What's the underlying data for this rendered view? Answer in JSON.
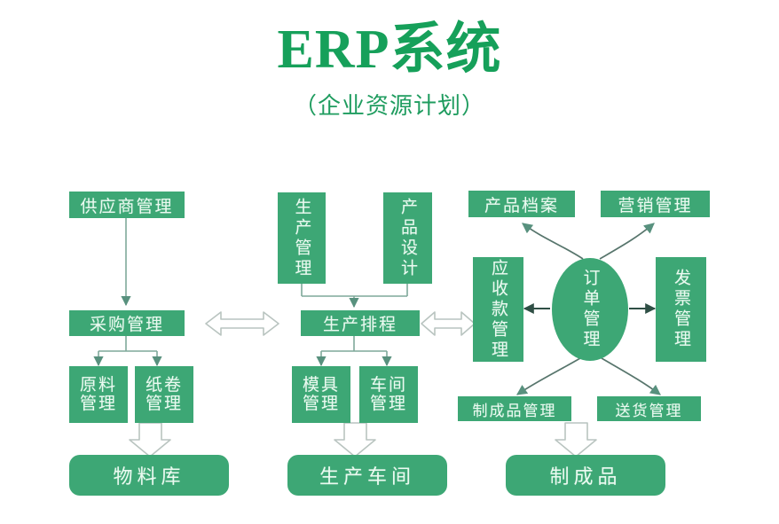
{
  "header": {
    "title": "ERP系统",
    "subtitle": "（企业资源计划）"
  },
  "colors": {
    "node_fill": "#3da775",
    "node_text": "#eafaf0",
    "title_green": "#16a05a",
    "subtitle_green": "#1f9c5f",
    "connector_line": "#7fa89a",
    "hollow_arrow_stroke": "#b9c4c0",
    "background": "#ffffff"
  },
  "diagram": {
    "columns": [
      {
        "name": "procurement-column",
        "nodes": [
          {
            "id": "supplier-management",
            "label": "供应商管理"
          },
          {
            "id": "purchasing-management",
            "label": "采购管理"
          },
          {
            "id": "raw-material-management",
            "label": "原料\n管理"
          },
          {
            "id": "paper-roll-management",
            "label": "纸卷\n管理"
          },
          {
            "id": "material-warehouse",
            "label": "物料库"
          }
        ]
      },
      {
        "name": "production-column",
        "nodes": [
          {
            "id": "production-management",
            "label": "生产管理"
          },
          {
            "id": "product-design",
            "label": "产品设计"
          },
          {
            "id": "production-scheduling",
            "label": "生产排程"
          },
          {
            "id": "mold-management",
            "label": "模具\n管理"
          },
          {
            "id": "workshop-management",
            "label": "车间\n管理"
          },
          {
            "id": "production-workshop",
            "label": "生产车间"
          }
        ]
      },
      {
        "name": "order-column",
        "nodes": [
          {
            "id": "product-archive",
            "label": "产品档案"
          },
          {
            "id": "marketing-management",
            "label": "营销管理"
          },
          {
            "id": "receivables-management",
            "label": "应收款管理"
          },
          {
            "id": "order-management",
            "label": "订单管理"
          },
          {
            "id": "invoice-management",
            "label": "发票管理"
          },
          {
            "id": "finished-goods-management",
            "label": "制成品管理"
          },
          {
            "id": "delivery-management",
            "label": "送货管理"
          },
          {
            "id": "finished-products",
            "label": "制成品"
          }
        ]
      }
    ],
    "nodes": {
      "supplier_management": "供应商管理",
      "purchasing_management": "采购管理",
      "raw_material_management": "原料\n管理",
      "paper_roll_management": "纸卷\n管理",
      "material_warehouse": "物料库",
      "production_management": "生产管理",
      "product_design": "产品设计",
      "production_scheduling": "生产排程",
      "mold_management": "模具\n管理",
      "workshop_management": "车间\n管理",
      "production_workshop": "生产车间",
      "product_archive": "产品档案",
      "marketing_management": "营销管理",
      "receivables_management": "应收款管理",
      "order_management": "订单管理",
      "invoice_management": "发票管理",
      "finished_goods_management": "制成品管理",
      "delivery_management": "送货管理",
      "finished_products": "制成品"
    },
    "connections": [
      {
        "from": "供应商管理",
        "to": "采购管理",
        "style": "line-arrow-down"
      },
      {
        "from": "采购管理",
        "to": "原料管理",
        "style": "branch-arrow-down"
      },
      {
        "from": "采购管理",
        "to": "纸卷管理",
        "style": "branch-arrow-down"
      },
      {
        "from": "原料管理/纸卷管理",
        "to": "物料库",
        "style": "hollow-arrow-down"
      },
      {
        "from": "生产管理",
        "to": "生产排程",
        "style": "merge-arrow-down"
      },
      {
        "from": "产品设计",
        "to": "生产排程",
        "style": "merge-arrow-down"
      },
      {
        "from": "生产排程",
        "to": "模具管理",
        "style": "branch-arrow-down"
      },
      {
        "from": "生产排程",
        "to": "车间管理",
        "style": "branch-arrow-down"
      },
      {
        "from": "模具管理/车间管理",
        "to": "生产车间",
        "style": "hollow-arrow-down"
      },
      {
        "from": "采购管理",
        "to": "生产排程",
        "style": "hollow-double-arrow-horizontal"
      },
      {
        "from": "生产排程",
        "to": "应收款管理",
        "style": "hollow-double-arrow-horizontal"
      },
      {
        "from": "订单管理",
        "to": "应收款管理",
        "style": "solid-arrow-left"
      },
      {
        "from": "订单管理",
        "to": "发票管理",
        "style": "solid-arrow-right"
      },
      {
        "from": "订单管理",
        "to": "产品档案",
        "style": "curved-arrow-up-left"
      },
      {
        "from": "订单管理",
        "to": "营销管理",
        "style": "curved-arrow-up-right"
      },
      {
        "from": "订单管理",
        "to": "制成品管理",
        "style": "curved-arrow-down-left"
      },
      {
        "from": "订单管理",
        "to": "送货管理",
        "style": "curved-arrow-down-right"
      },
      {
        "from": "制成品管理",
        "to": "制成品",
        "style": "hollow-arrow-down"
      }
    ]
  }
}
